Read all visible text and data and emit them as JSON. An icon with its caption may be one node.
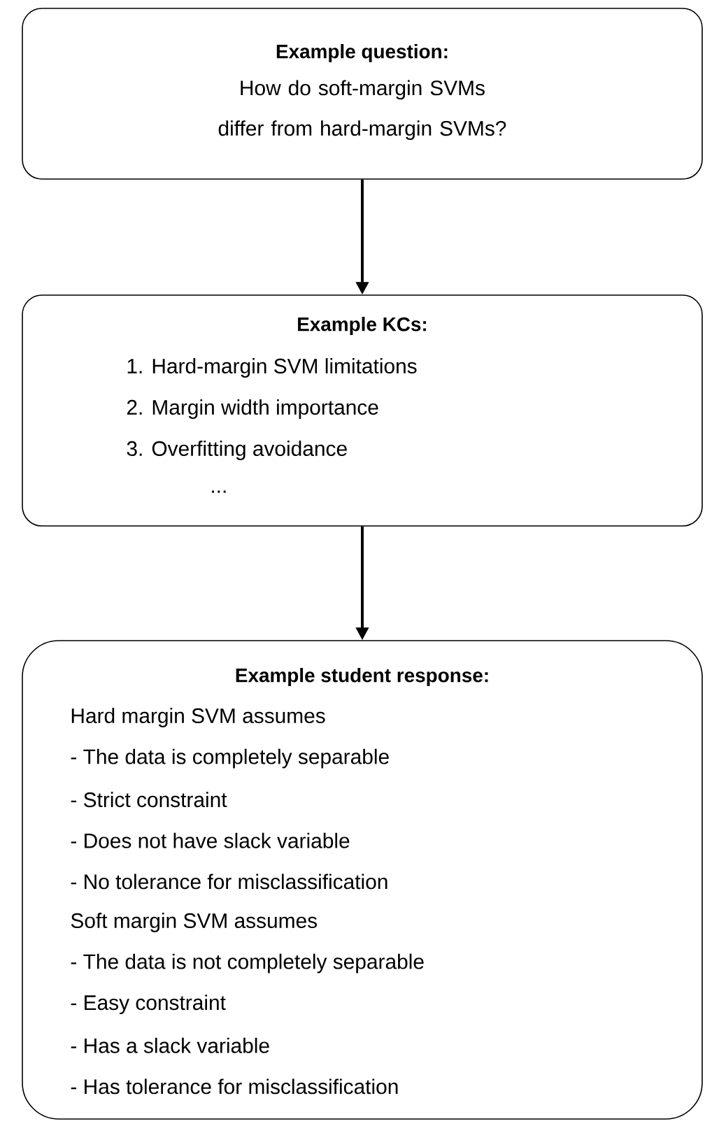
{
  "diagram": {
    "nodes": [
      {
        "text": [
          "Example question:",
          "How do soft-margin SVMs differ from hard-margin SVMs?"
        ]
      },
      {
        "text": [
          "Example KCs:",
          "1. Hard-margin SVM limitations",
          "2. Margin width importance",
          "3. Overfitting avoidance",
          "..."
        ]
      },
      {
        "text": [
          "Example student response:",
          "Hard margin SVM assumes",
          "- The data is completely separable",
          "- Strict constraint",
          "- Does not have slack variable",
          "- No tolerance for misclassification",
          "Soft margin SVM assumes",
          "- The data is not completely separable",
          "- Easy constraint",
          "- Has a slack variable",
          "- Has tolerance for misclassification"
        ]
      }
    ],
    "edges": [
      {
        "from": 0,
        "to": 1,
        "arrow": "to"
      },
      {
        "from": 1,
        "to": 2,
        "arrow": "to"
      }
    ]
  }
}
